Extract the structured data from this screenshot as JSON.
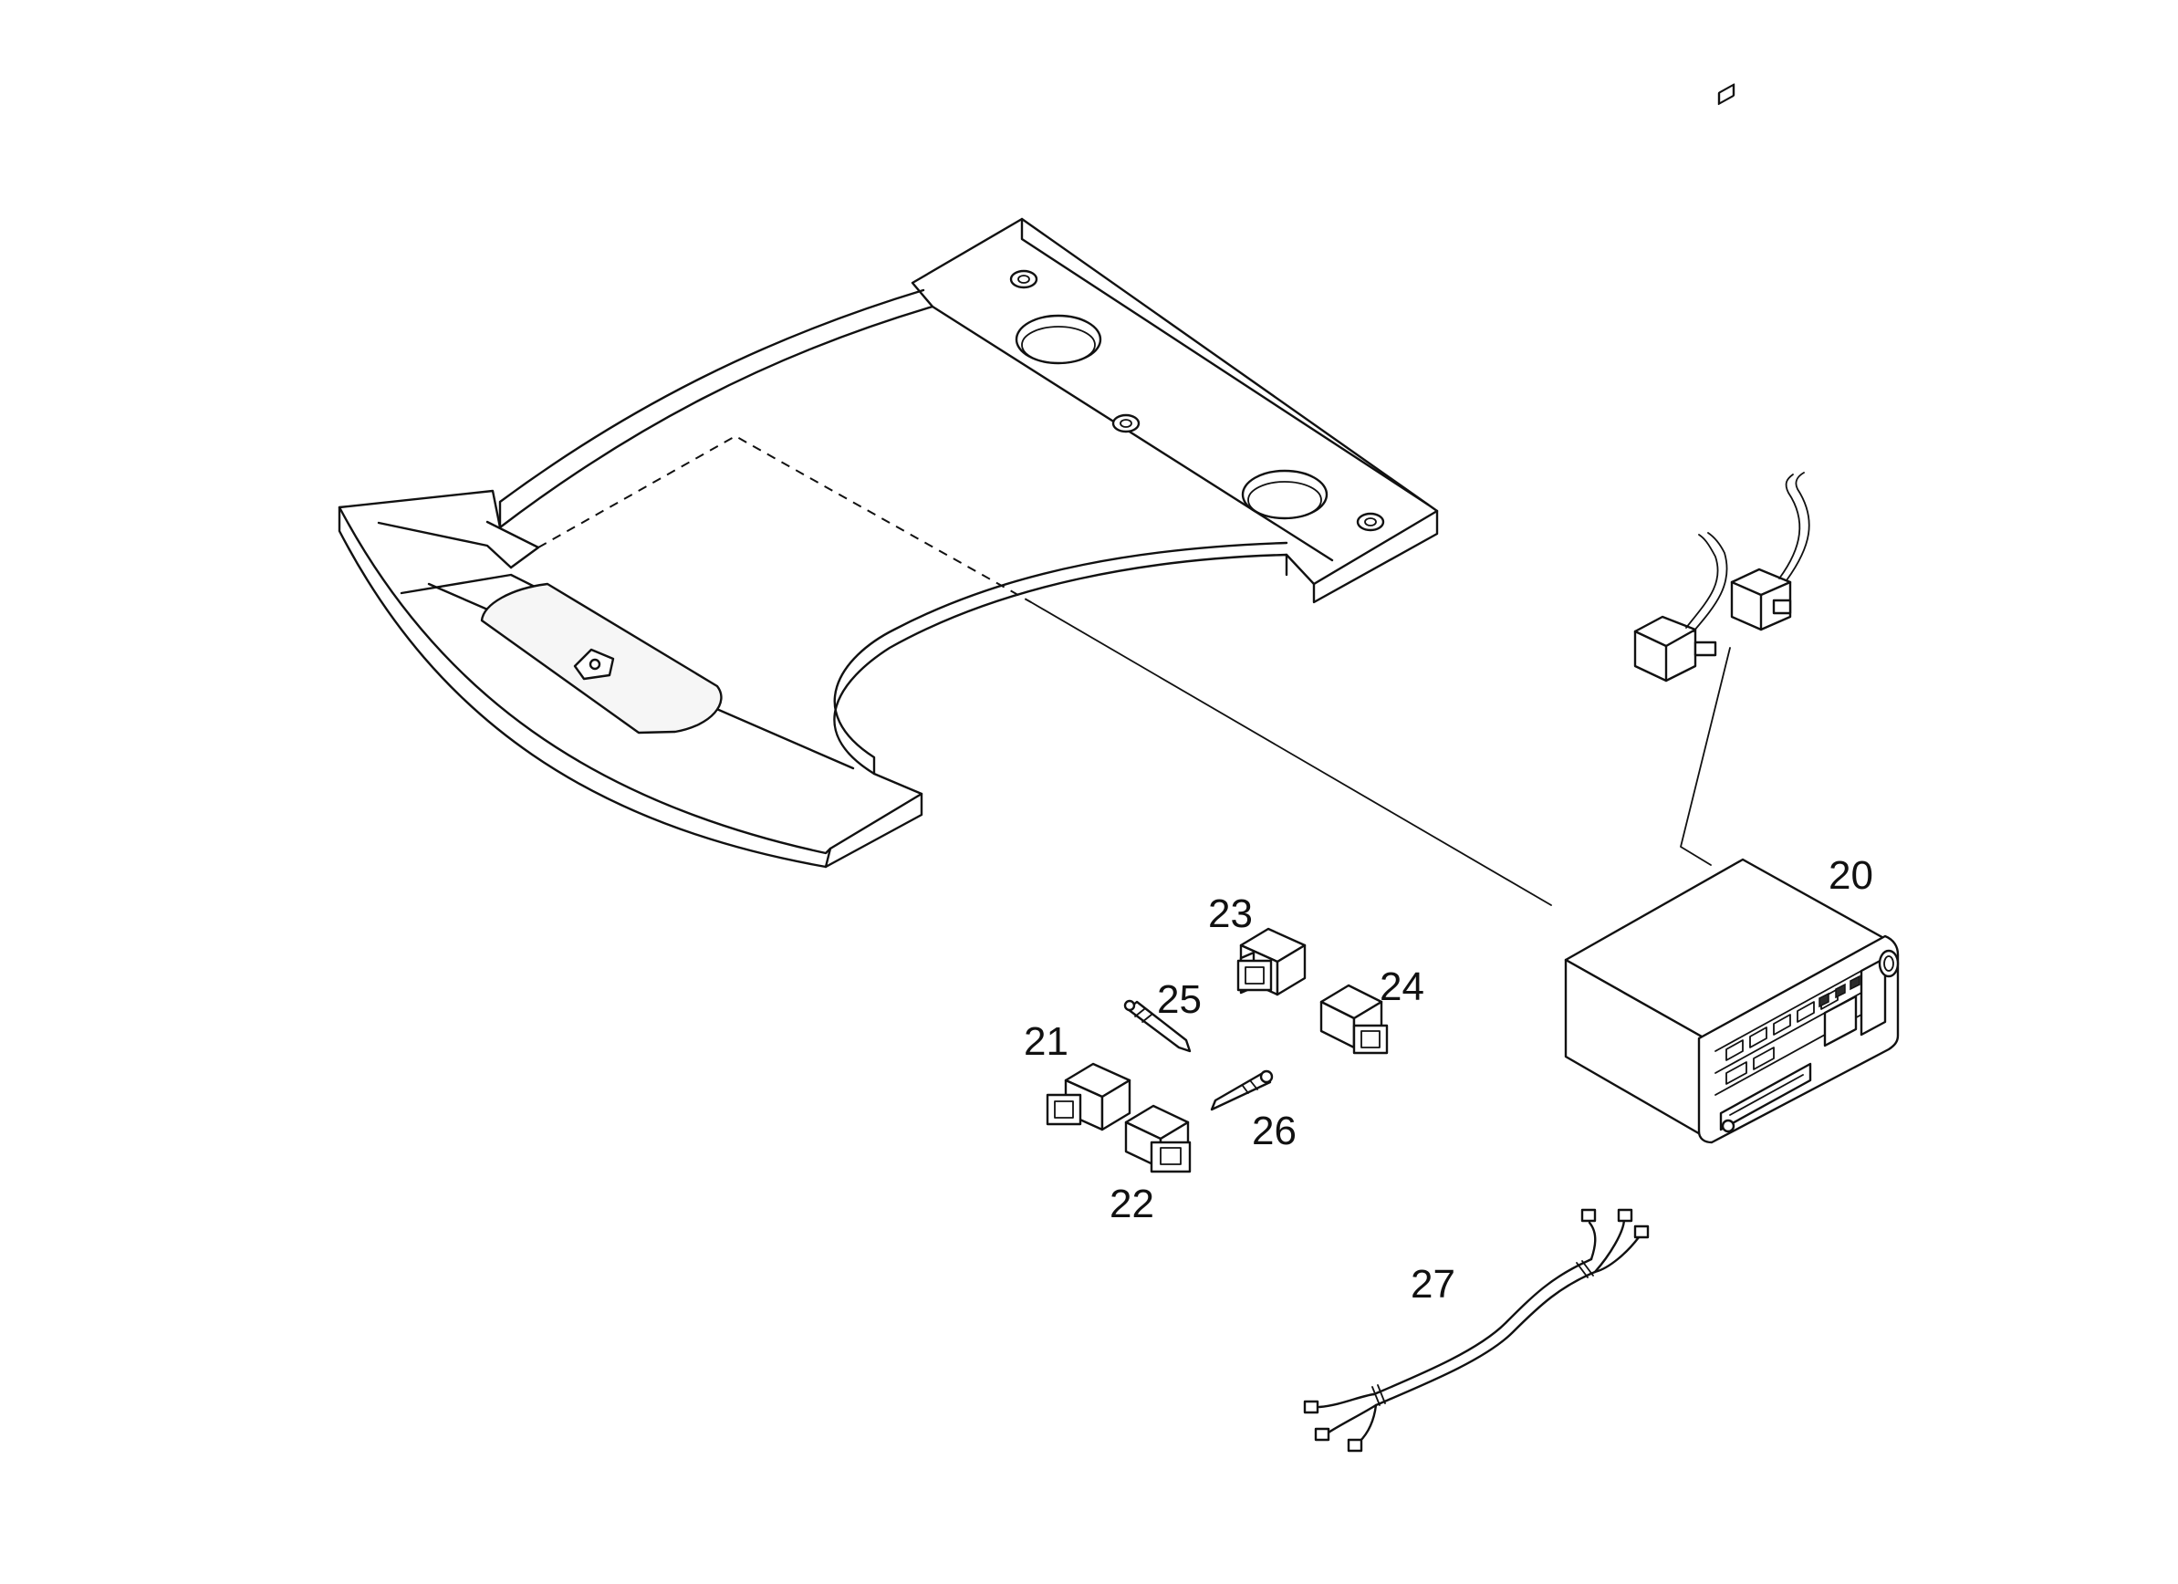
{
  "diagram": {
    "callouts": [
      {
        "id": "20",
        "label": "20"
      },
      {
        "id": "21",
        "label": "21"
      },
      {
        "id": "22",
        "label": "22"
      },
      {
        "id": "23",
        "label": "23"
      },
      {
        "id": "24",
        "label": "24"
      },
      {
        "id": "25",
        "label": "25"
      },
      {
        "id": "26",
        "label": "26"
      },
      {
        "id": "27",
        "label": "27"
      }
    ],
    "parts": [
      {
        "name": "radio-head-unit"
      },
      {
        "name": "connector-block"
      },
      {
        "name": "terminal-pin"
      },
      {
        "name": "wiring-harness"
      },
      {
        "name": "speaker-connector"
      },
      {
        "name": "parcel-shelf-panel"
      }
    ],
    "colors": {
      "line": "#111111",
      "background": "#ffffff"
    }
  }
}
